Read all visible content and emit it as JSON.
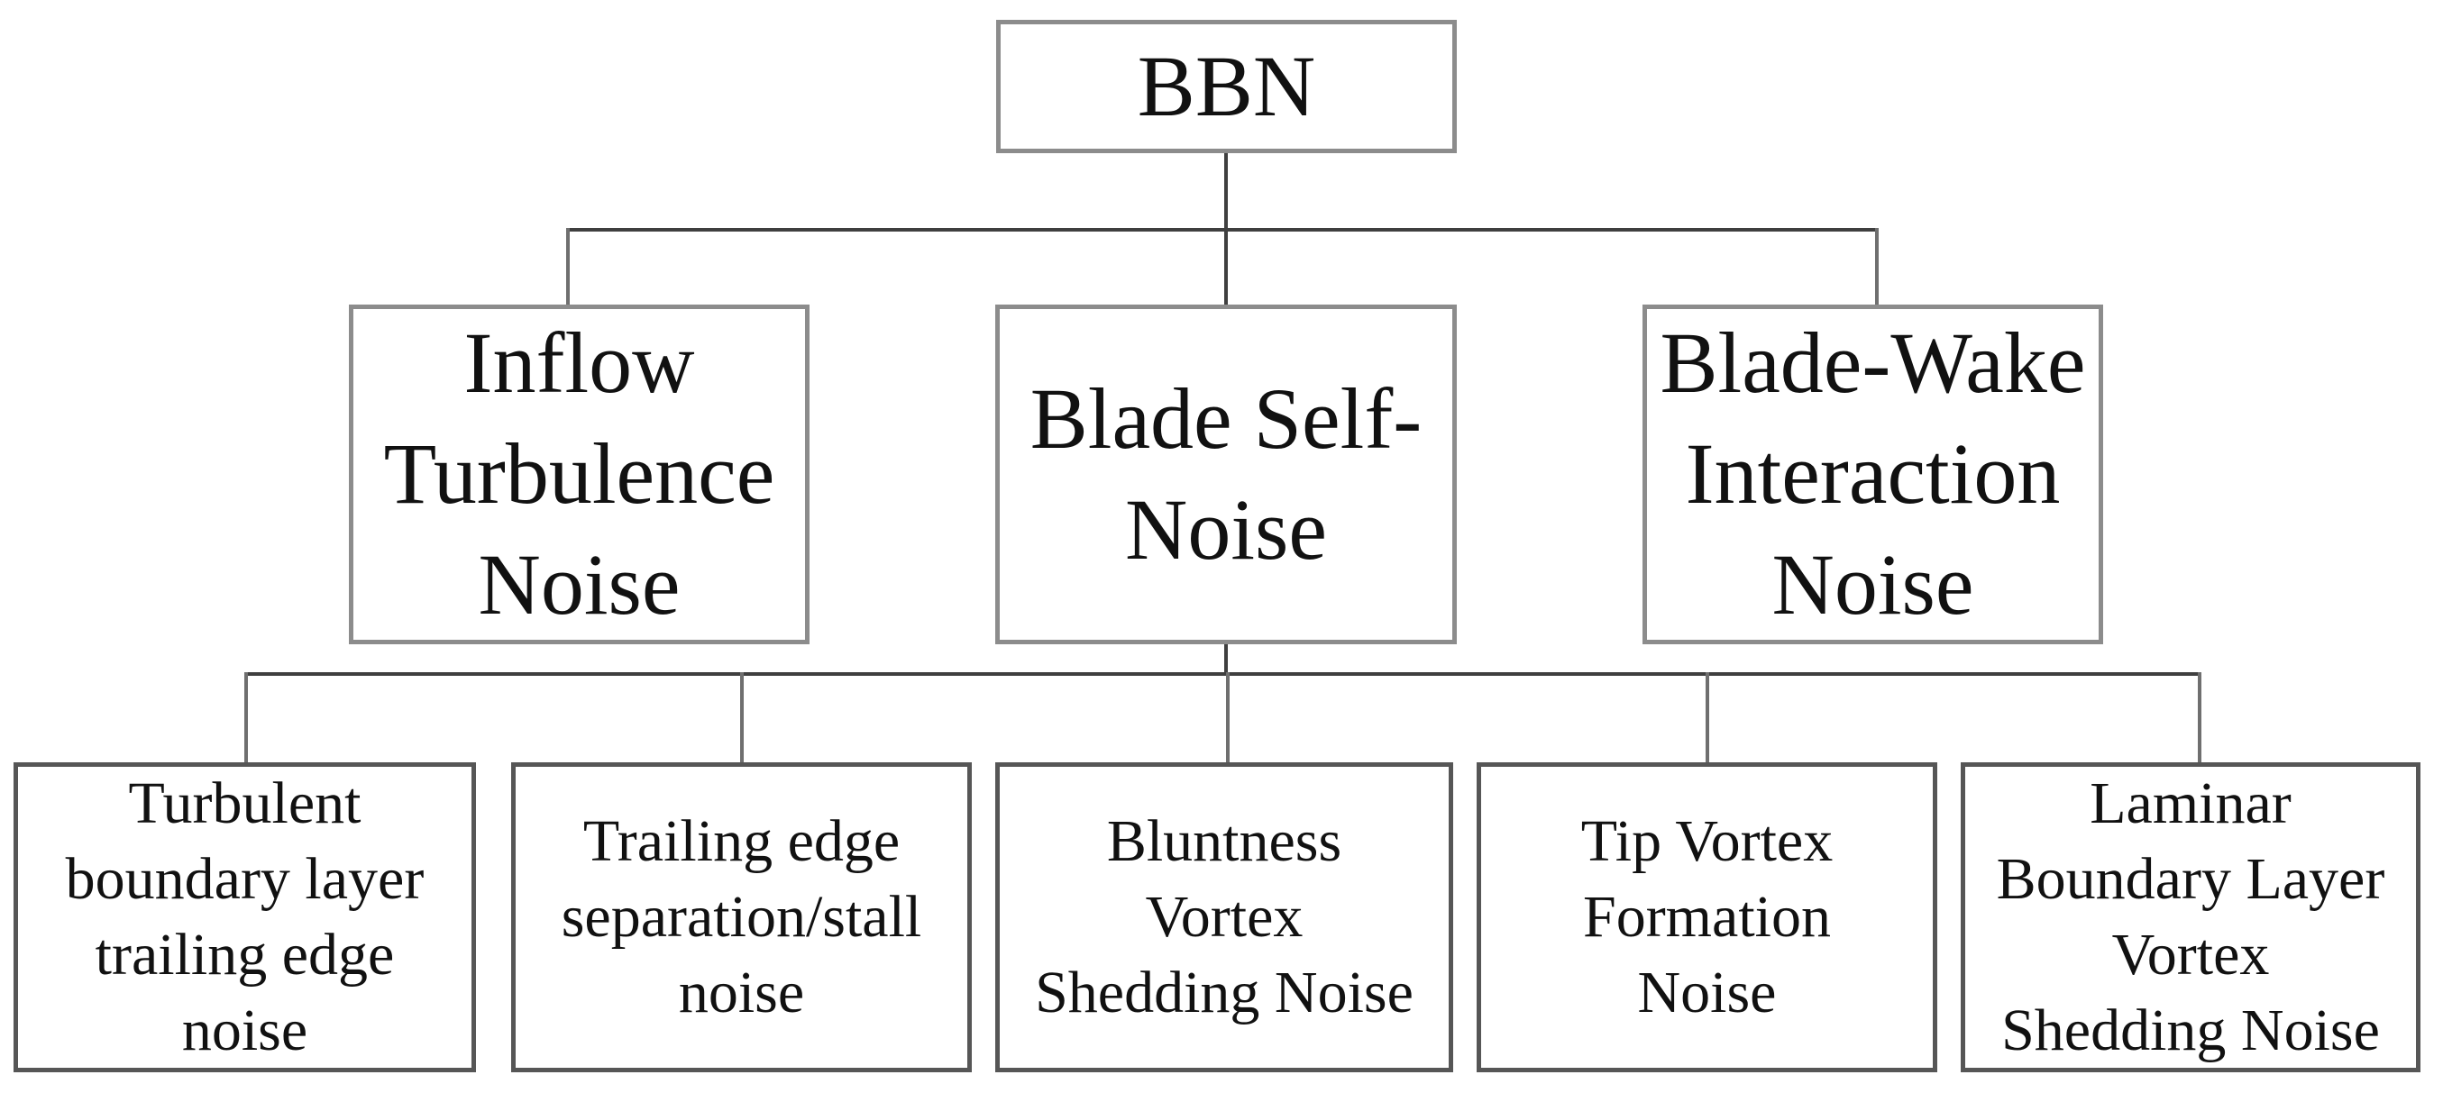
{
  "diagram": {
    "title": "BBN noise source hierarchy",
    "colors": {
      "background": "#ffffff",
      "box_border_upper": "#8c8c8c",
      "box_border_lower": "#565656",
      "connector": "#3f3f3f",
      "text": "#111111"
    },
    "root": {
      "label": "BBN",
      "lines": [
        "BBN"
      ]
    },
    "level2": [
      {
        "label": "Inflow Turbulence Noise",
        "lines": [
          "Inflow",
          "Turbulence",
          "Noise"
        ]
      },
      {
        "label": "Blade Self-Noise",
        "lines": [
          "Blade Self-",
          "Noise"
        ]
      },
      {
        "label": "Blade-Wake Interaction Noise",
        "lines": [
          "Blade-Wake",
          "Interaction",
          "Noise"
        ]
      }
    ],
    "level3": [
      {
        "label": "Turbulent boundary layer trailing edge noise",
        "lines": [
          "Turbulent",
          "boundary layer",
          "trailing edge",
          "noise"
        ]
      },
      {
        "label": "Trailing edge separation/stall noise",
        "lines": [
          "Trailing edge",
          "separation/stall",
          "noise"
        ]
      },
      {
        "label": "Bluntness Vortex Shedding Noise",
        "lines": [
          "Bluntness",
          "Vortex",
          "Shedding Noise"
        ]
      },
      {
        "label": "Tip Vortex Formation Noise",
        "lines": [
          "Tip Vortex",
          "Formation",
          "Noise"
        ]
      },
      {
        "label": "Laminar Boundary Layer Vortex Shedding Noise",
        "lines": [
          "Laminar",
          "Boundary Layer",
          "Vortex",
          "Shedding Noise"
        ]
      }
    ]
  }
}
